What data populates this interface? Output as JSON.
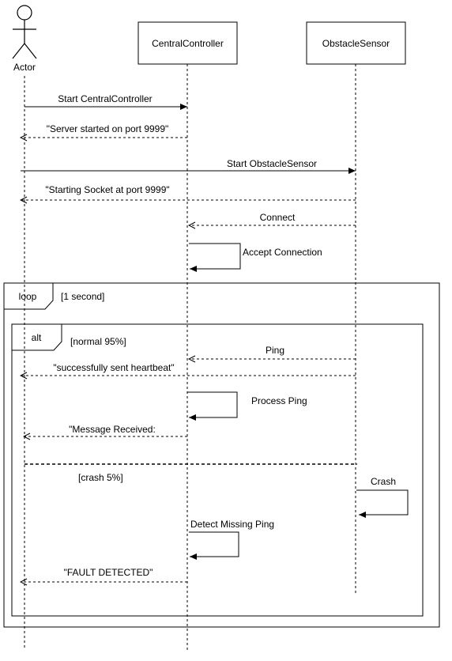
{
  "participants": [
    {
      "id": "actor",
      "label": "Actor",
      "kind": "actor"
    },
    {
      "id": "central",
      "label": "CentralController",
      "kind": "box"
    },
    {
      "id": "sensor",
      "label": "ObstacleSensor",
      "kind": "box"
    }
  ],
  "messages": [
    {
      "from": "actor",
      "to": "central",
      "label": "Start CentralController",
      "style": "solid"
    },
    {
      "from": "central",
      "to": "actor",
      "label": "\"Server started on port 9999\"",
      "style": "dashed"
    },
    {
      "from": "actor",
      "to": "sensor",
      "label": "Start ObstacleSensor",
      "style": "solid"
    },
    {
      "from": "sensor",
      "to": "actor",
      "label": "\"Starting Socket at port 9999\"",
      "style": "dashed"
    },
    {
      "from": "sensor",
      "to": "central",
      "label": "Connect",
      "style": "dashed"
    },
    {
      "from": "central",
      "to": "central",
      "label": "Accept Connection",
      "style": "self"
    },
    {
      "from": "sensor",
      "to": "central",
      "label": "Ping",
      "style": "dashed"
    },
    {
      "from": "sensor",
      "to": "actor",
      "label": "\"successfully sent heartbeat\"",
      "style": "dashed"
    },
    {
      "from": "central",
      "to": "central",
      "label": "Process Ping",
      "style": "self"
    },
    {
      "from": "central",
      "to": "actor",
      "label": "\"Message Received:",
      "style": "dashed"
    },
    {
      "from": "sensor",
      "to": "sensor",
      "label": "Crash",
      "style": "self"
    },
    {
      "from": "central",
      "to": "central",
      "label": "Detect Missing Ping",
      "style": "self"
    },
    {
      "from": "central",
      "to": "actor",
      "label": "\"FAULT DETECTED\"",
      "style": "dashed"
    }
  ],
  "fragments": {
    "loop": {
      "operator": "loop",
      "guard": "[1 second]"
    },
    "alt": {
      "operator": "alt",
      "guard_normal": "[normal 95%]",
      "guard_crash": "[crash 5%]"
    }
  },
  "colors": {
    "stroke": "#000000",
    "background": "#ffffff"
  }
}
